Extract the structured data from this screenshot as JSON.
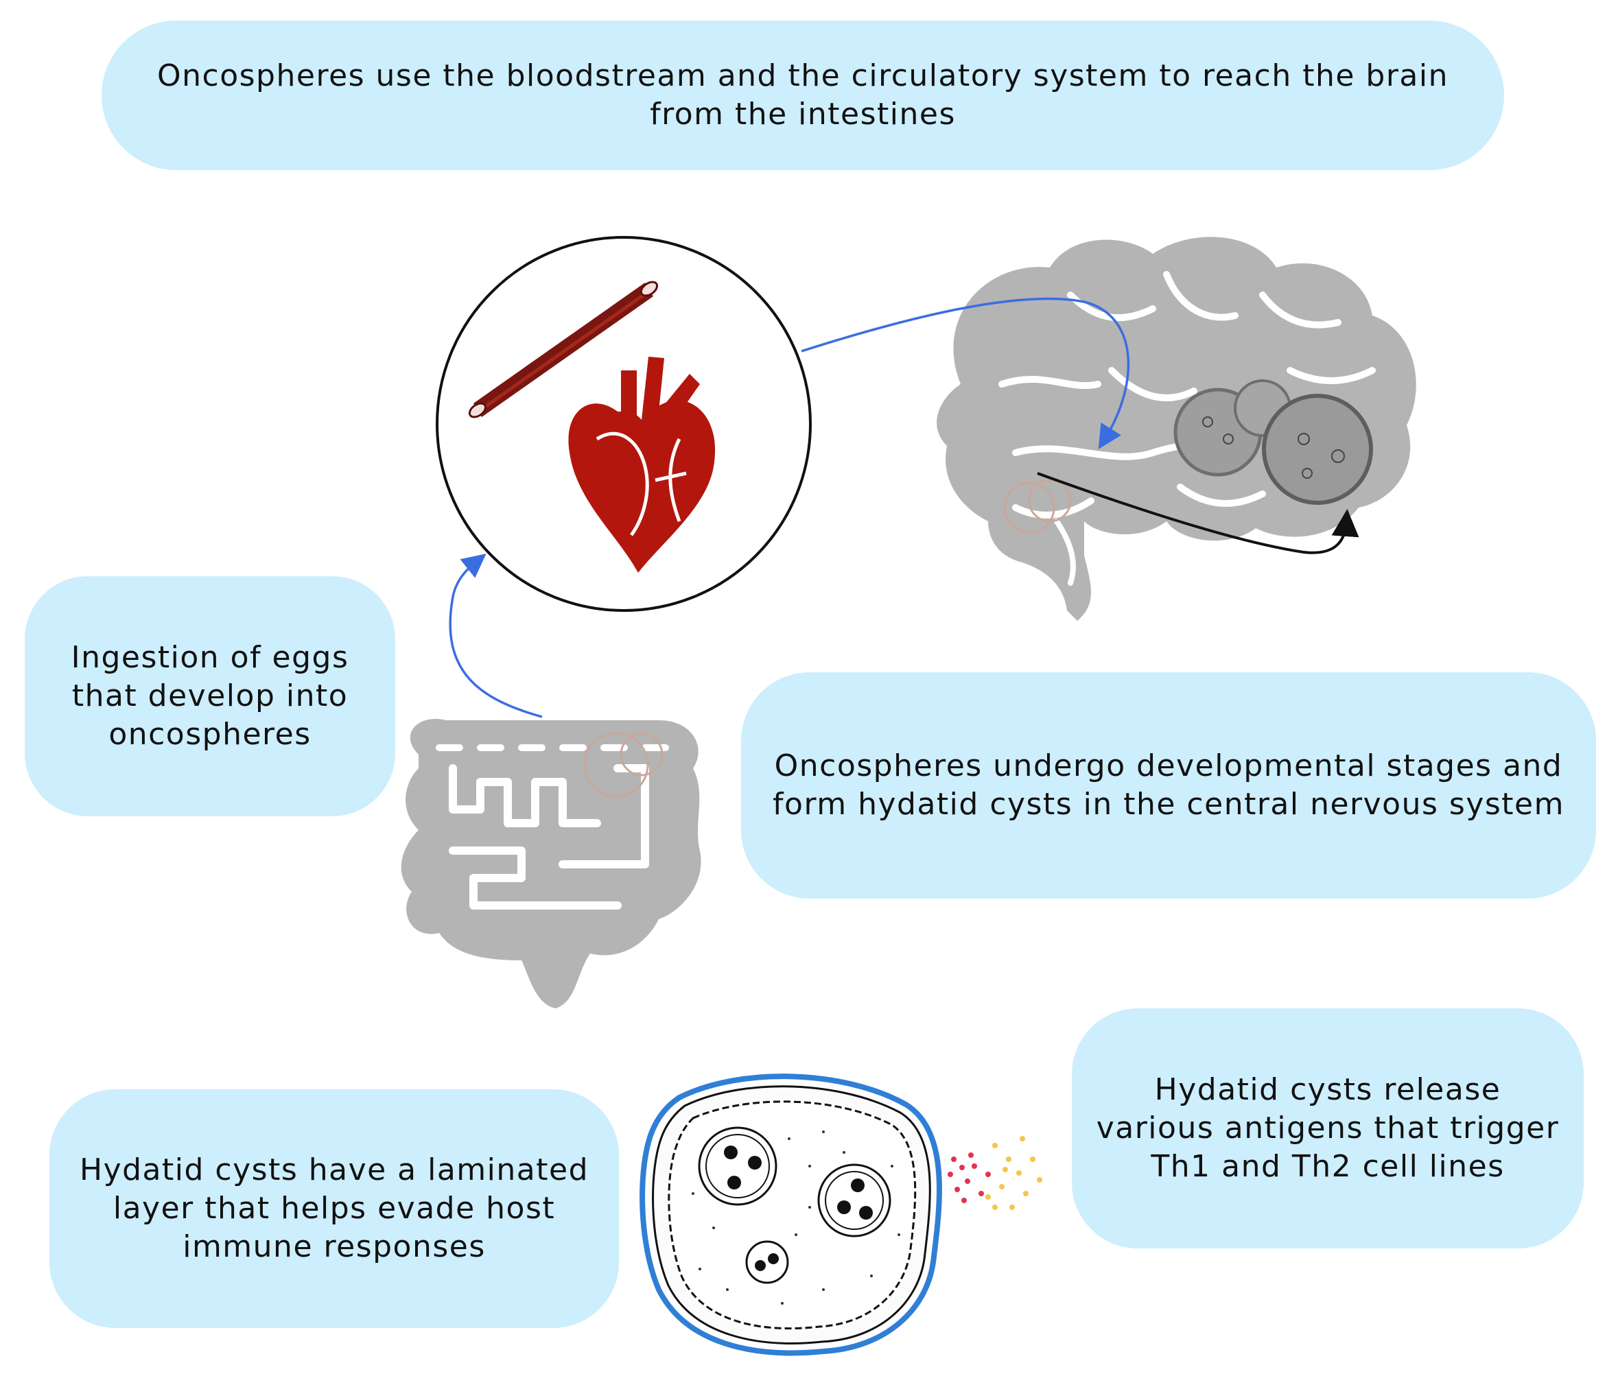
{
  "boxes": {
    "top": "Oncospheres use the bloodstream and the circulatory system to reach the brain\nfrom the intestines",
    "ingestion": "Ingestion of eggs\nthat develop into\noncospheres",
    "development": "Oncospheres undergo developmental stages and\nform hydatid cysts in the central nervous system",
    "laminated": "Hydatid cysts have a laminated\nlayer that helps evade host\nimmune responses",
    "antigens": "Hydatid cysts release\nvarious antigens that trigger\nTh1 and Th2 cell lines"
  },
  "icons": [
    "blood-vessel-icon",
    "heart-icon",
    "brain-icon",
    "intestines-icon",
    "hydatid-cyst-icon",
    "antigen-particles-icon"
  ],
  "colors": {
    "box_fill": "#cdeefc",
    "arrow_blue": "#3a6ee0",
    "heart": "#b3160d",
    "vessel": "#7a1610",
    "organ_gray": "#b4b4b4",
    "cyst_wall": "#2f7fd6"
  }
}
